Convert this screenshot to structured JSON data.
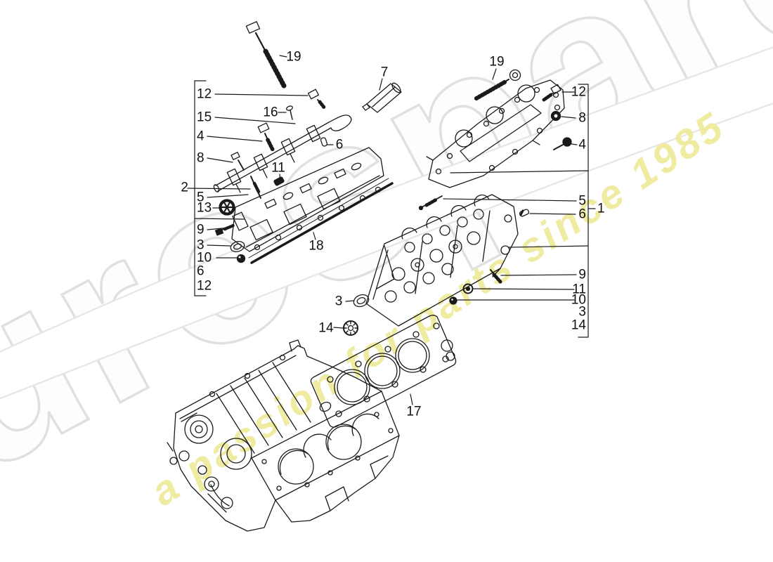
{
  "watermark": {
    "brand": "eurospares",
    "tagline": "a passion for parts since 1985",
    "tagline_color": "#efeb9e",
    "brand_outline": "#e0e0e0",
    "line_color": "#1a1a1a"
  },
  "callouts": {
    "left": {
      "assembly": "2",
      "items": [
        "12",
        "15",
        "4",
        "8",
        "5",
        "13",
        "9",
        "3",
        "10",
        "6",
        "12"
      ]
    },
    "right": {
      "assembly": "1",
      "items": [
        "12",
        "8",
        "4",
        "5",
        "6",
        "9",
        "11",
        "10",
        "3",
        "14"
      ]
    },
    "free": {
      "bolt_long_left": "19",
      "sealant_tube": "7",
      "clamp_screw": "16",
      "eye_stud_right": "19",
      "small_plug": "6",
      "dowel_pin": "11",
      "cover_gasket": "18",
      "valve_cover_seal": "3",
      "camshaft_seal": "14",
      "head_gasket": "17"
    }
  }
}
